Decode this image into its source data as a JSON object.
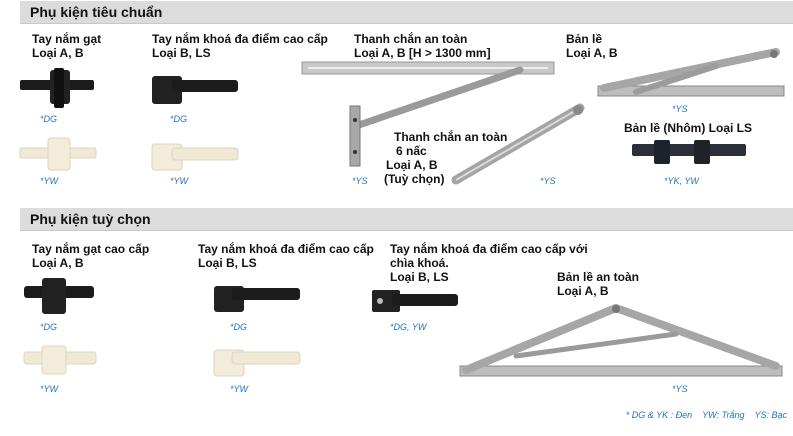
{
  "standard": {
    "title": "Phụ kiện tiêu chuẩn",
    "items": [
      {
        "name_line1": "Tay nắm gạt",
        "name_line2": "Loại A, B",
        "code_black": "*DG",
        "code_white": "*YW"
      },
      {
        "name_line1": "Tay nắm khoá đa điểm cao cấp",
        "name_line2": "Loại B, LS",
        "code_black": "*DG",
        "code_white": "*YW"
      },
      {
        "name_line1": "Thanh chắn an toàn",
        "name_line2": "Loại A, B [H > 1300 mm]",
        "code": "*YS"
      },
      {
        "name_line1": "Thanh chắn an toàn",
        "name_line2": "6 nấc",
        "name_line3": "Loại A, B",
        "name_line4": "(Tuỳ chọn)",
        "code": "*YS"
      },
      {
        "name_line1": "Bản lề",
        "name_line2": "Loại A, B",
        "code": "*YS"
      },
      {
        "name_line1": "Bản lề (Nhôm) Loại LS",
        "code": "*YK, YW"
      }
    ]
  },
  "optional": {
    "title": "Phụ kiện tuỳ chọn",
    "items": [
      {
        "name_line1": "Tay nắm gạt cao cấp",
        "name_line2": "Loại A, B",
        "code_black": "*DG",
        "code_white": "*YW"
      },
      {
        "name_line1": "Tay nắm khoá đa điểm cao cấp",
        "name_line2": "Loại B, LS",
        "code_black": "*DG",
        "code_white": "*YW"
      },
      {
        "name_line1": "Tay nắm khoá đa điểm cao cấp với",
        "name_line2": "chìa khoá.",
        "name_line3": "Loại B, LS",
        "code": "*DG, YW"
      },
      {
        "name_line1": "Bản lề an toàn",
        "name_line2": "Loại A, B",
        "code": "*YS"
      }
    ]
  },
  "legend": {
    "dg_yk": "* DG & YK : Đen",
    "yw": "YW: Trắng",
    "ys": "YS: Bạc"
  },
  "colors": {
    "black_finish": "#1c1c1c",
    "white_finish": "#efe9d6",
    "silver_finish": "#b8b8b8",
    "code_blue": "#1e73be",
    "header_grey": "#dcdcdc"
  }
}
